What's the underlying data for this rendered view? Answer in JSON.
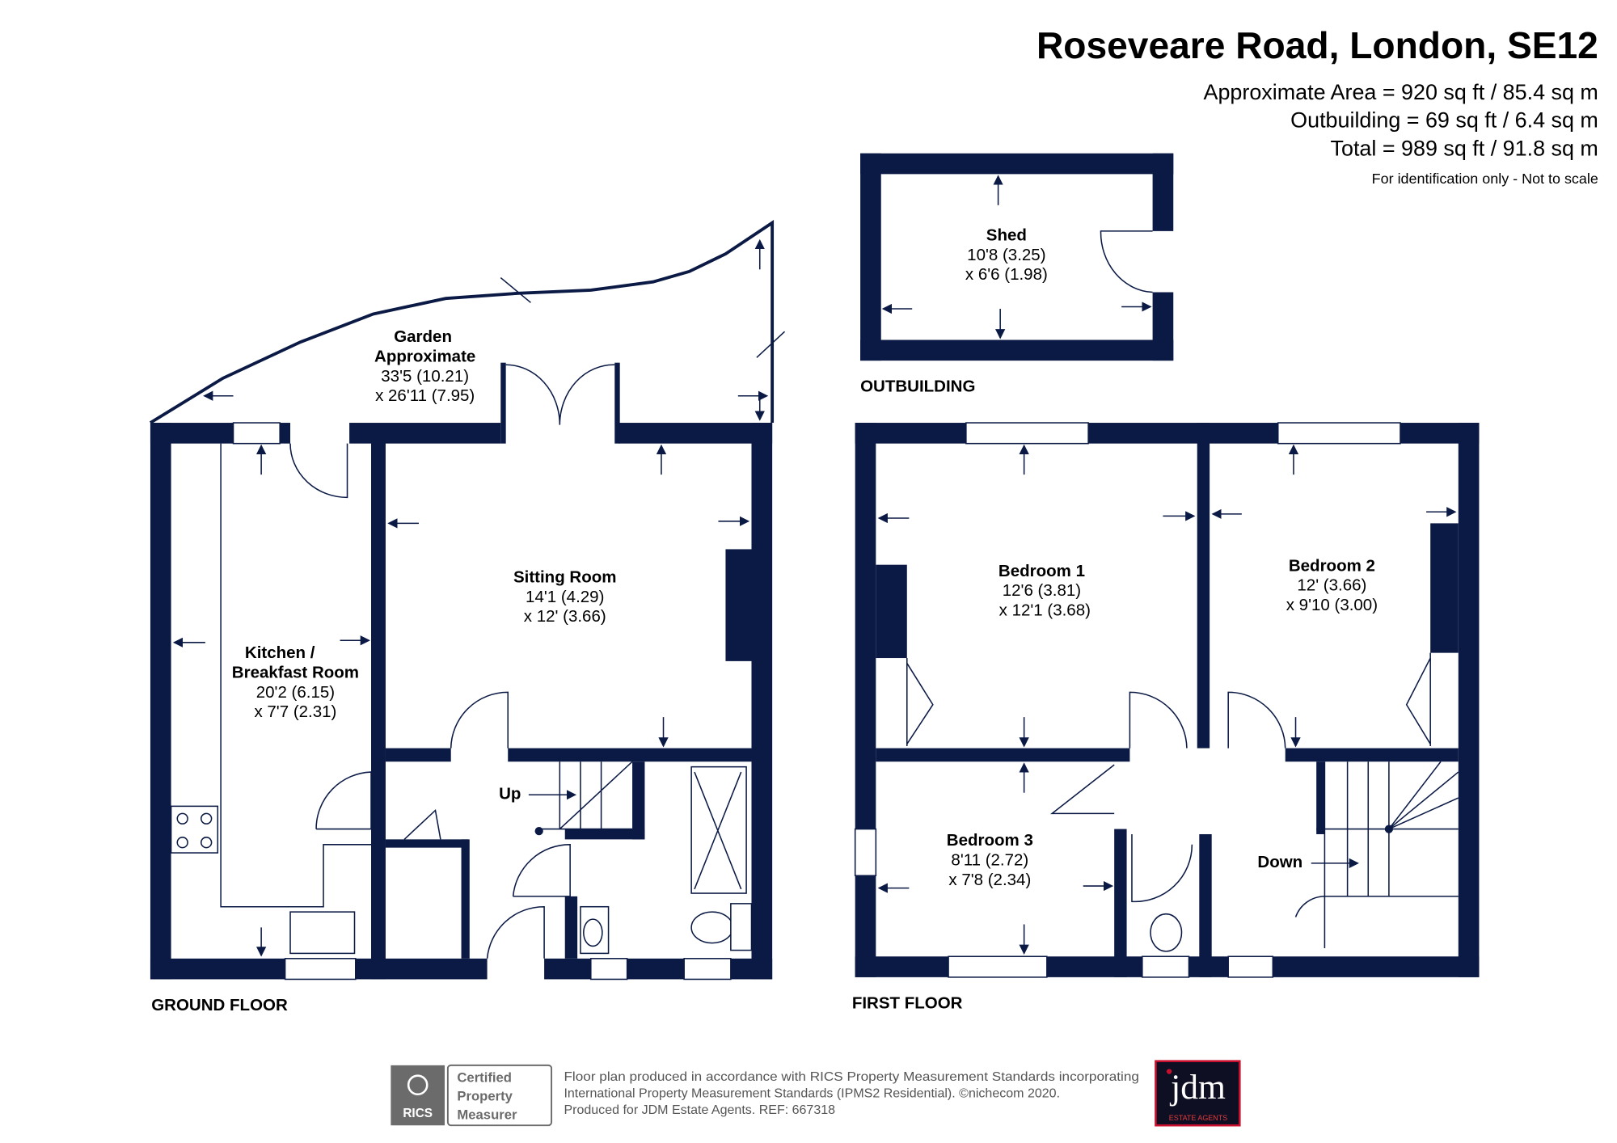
{
  "header": {
    "title": "Roseveare Road, London, SE12",
    "area_lines": [
      "Approximate Area = 920 sq ft / 85.4 sq m",
      "Outbuilding = 69 sq ft / 6.4 sq m",
      "Total = 989 sq ft / 91.8 sq m"
    ],
    "disclaimer": "For identification only - Not to scale"
  },
  "floors": {
    "ground": "GROUND FLOOR",
    "first": "FIRST FLOOR",
    "outbuilding": "OUTBUILDING"
  },
  "rooms": {
    "garden": {
      "name1": "Garden",
      "name2": "Approximate",
      "dim1": "33'5 (10.21)",
      "dim2": "x 26'11 (7.95)"
    },
    "kitchen": {
      "name1": "Kitchen /",
      "name2": "Breakfast Room",
      "dim1": "20'2 (6.15)",
      "dim2": "x 7'7 (2.31)"
    },
    "sitting": {
      "name": "Sitting Room",
      "dim1": "14'1 (4.29)",
      "dim2": "x 12' (3.66)"
    },
    "shed": {
      "name": "Shed",
      "dim1": "10'8 (3.25)",
      "dim2": "x 6'6 (1.98)"
    },
    "bedroom1": {
      "name": "Bedroom 1",
      "dim1": "12'6 (3.81)",
      "dim2": "x 12'1 (3.68)"
    },
    "bedroom2": {
      "name": "Bedroom 2",
      "dim1": "12' (3.66)",
      "dim2": "x 9'10 (3.00)"
    },
    "bedroom3": {
      "name": "Bedroom 3",
      "dim1": "8'11 (2.72)",
      "dim2": "x 7'8 (2.34)"
    }
  },
  "stairs": {
    "up": "Up",
    "down": "Down"
  },
  "footer": {
    "rics_logo": "RICS",
    "cert": [
      "Certified",
      "Property",
      "Measurer"
    ],
    "lines": [
      "Floor plan produced in accordance with RICS Property Measurement Standards incorporating",
      "International Property Measurement Standards (IPMS2 Residential).   ©nichecom 2020.",
      "Produced for JDM Estate Agents.   REF: 667318"
    ],
    "agent_logo": "jdm",
    "agent_sub": "ESTATE AGENTS"
  },
  "colors": {
    "wall": "#0b1a45",
    "agent_red": "#c8102e"
  }
}
